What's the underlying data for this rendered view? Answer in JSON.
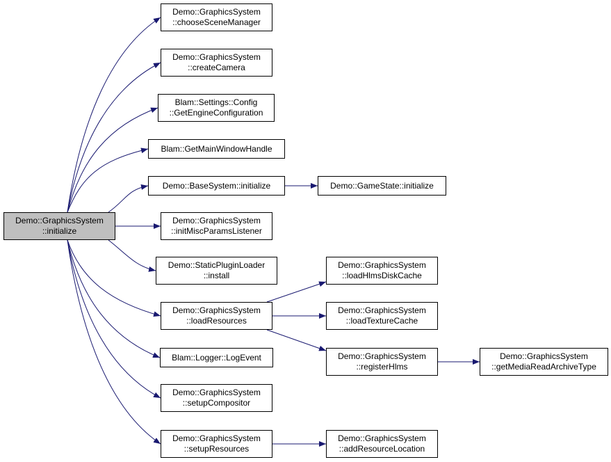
{
  "colors": {
    "edge": "#191970",
    "root_fill": "#bfbfbf",
    "node_fill": "#ffffff",
    "border": "#000000"
  },
  "nodes": {
    "root": [
      "Demo::GraphicsSystem",
      "::initialize"
    ],
    "choose_scene_manager": [
      "Demo::GraphicsSystem",
      "::chooseSceneManager"
    ],
    "create_camera": [
      "Demo::GraphicsSystem",
      "::createCamera"
    ],
    "get_engine_configuration": [
      "Blam::Settings::Config",
      "::GetEngineConfiguration"
    ],
    "get_main_window_handle": [
      "Blam::GetMainWindowHandle"
    ],
    "base_system_initialize": [
      "Demo::BaseSystem::initialize"
    ],
    "game_state_initialize": [
      "Demo::GameState::initialize"
    ],
    "init_misc_params_listener": [
      "Demo::GraphicsSystem",
      "::initMiscParamsListener"
    ],
    "static_plugin_loader_install": [
      "Demo::StaticPluginLoader",
      "::install"
    ],
    "load_resources": [
      "Demo::GraphicsSystem",
      "::loadResources"
    ],
    "load_hlms_disk_cache": [
      "Demo::GraphicsSystem",
      "::loadHlmsDiskCache"
    ],
    "load_texture_cache": [
      "Demo::GraphicsSystem",
      "::loadTextureCache"
    ],
    "register_hlms": [
      "Demo::GraphicsSystem",
      "::registerHlms"
    ],
    "get_media_read_archive_type": [
      "Demo::GraphicsSystem",
      "::getMediaReadArchiveType"
    ],
    "log_event": [
      "Blam::Logger::LogEvent"
    ],
    "setup_compositor": [
      "Demo::GraphicsSystem",
      "::setupCompositor"
    ],
    "setup_resources": [
      "Demo::GraphicsSystem",
      "::setupResources"
    ],
    "add_resource_location": [
      "Demo::GraphicsSystem",
      "::addResourceLocation"
    ]
  },
  "edges": [
    [
      "root",
      "choose_scene_manager"
    ],
    [
      "root",
      "create_camera"
    ],
    [
      "root",
      "get_engine_configuration"
    ],
    [
      "root",
      "get_main_window_handle"
    ],
    [
      "root",
      "base_system_initialize"
    ],
    [
      "root",
      "init_misc_params_listener"
    ],
    [
      "root",
      "static_plugin_loader_install"
    ],
    [
      "root",
      "load_resources"
    ],
    [
      "root",
      "log_event"
    ],
    [
      "root",
      "setup_compositor"
    ],
    [
      "root",
      "setup_resources"
    ],
    [
      "base_system_initialize",
      "game_state_initialize"
    ],
    [
      "load_resources",
      "load_hlms_disk_cache"
    ],
    [
      "load_resources",
      "load_texture_cache"
    ],
    [
      "load_resources",
      "register_hlms"
    ],
    [
      "register_hlms",
      "get_media_read_archive_type"
    ],
    [
      "setup_resources",
      "add_resource_location"
    ]
  ]
}
